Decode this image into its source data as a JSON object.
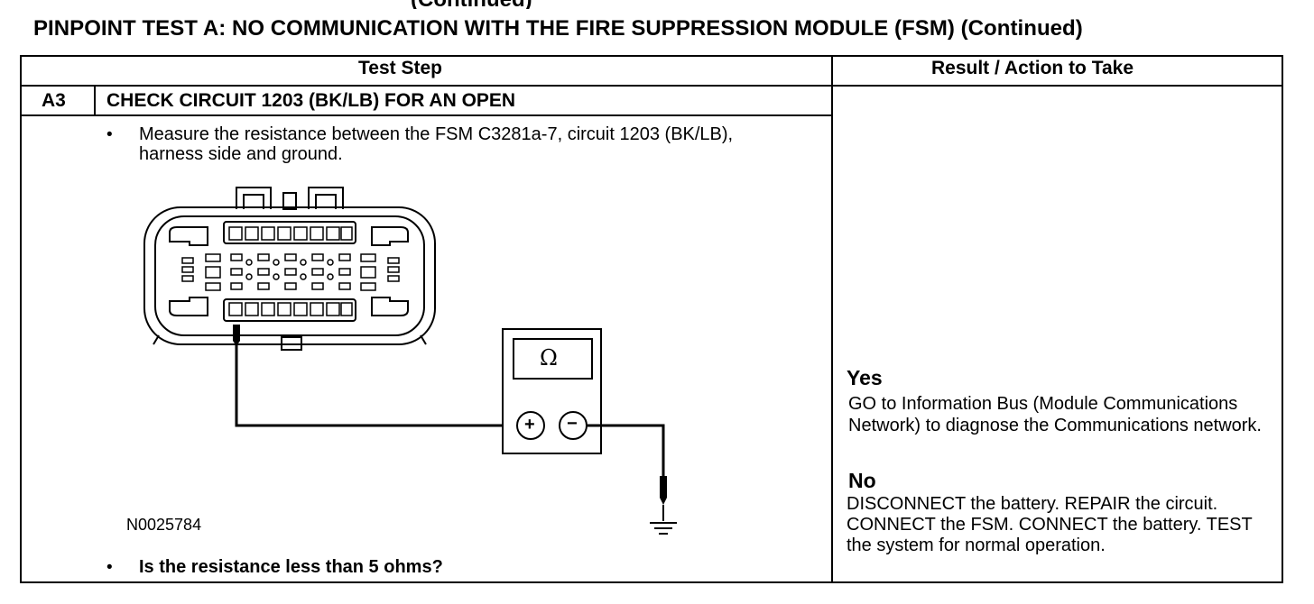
{
  "title": "PINPOINT TEST  A: NO COMMUNICATION WITH THE FIRE SUPPRESSION MODULE (FSM) (Continued)",
  "table": {
    "headers": [
      "Test Step",
      "Result / Action to Take"
    ],
    "step": {
      "id": "A3",
      "title": "CHECK CIRCUIT 1203 (BK/LB) FOR AN OPEN",
      "bullet": "•",
      "instruction": "Measure the resistance between the FSM C3281a-7, circuit 1203 (BK/LB), harness side and ground.",
      "figure_id": "N0025784",
      "question": "Is the resistance less than 5 ohms?"
    },
    "results": [
      {
        "label": "Yes",
        "text": "GO to Information Bus (Module Communications Network) to diagnose the Communications network."
      },
      {
        "label": "No",
        "text": "DISCONNECT the battery. REPAIR the circuit. CONNECT the FSM. CONNECT the battery. TEST the system for normal operation."
      }
    ]
  },
  "meter": {
    "symbol": "Ω",
    "plus": "+",
    "minus": "−"
  }
}
